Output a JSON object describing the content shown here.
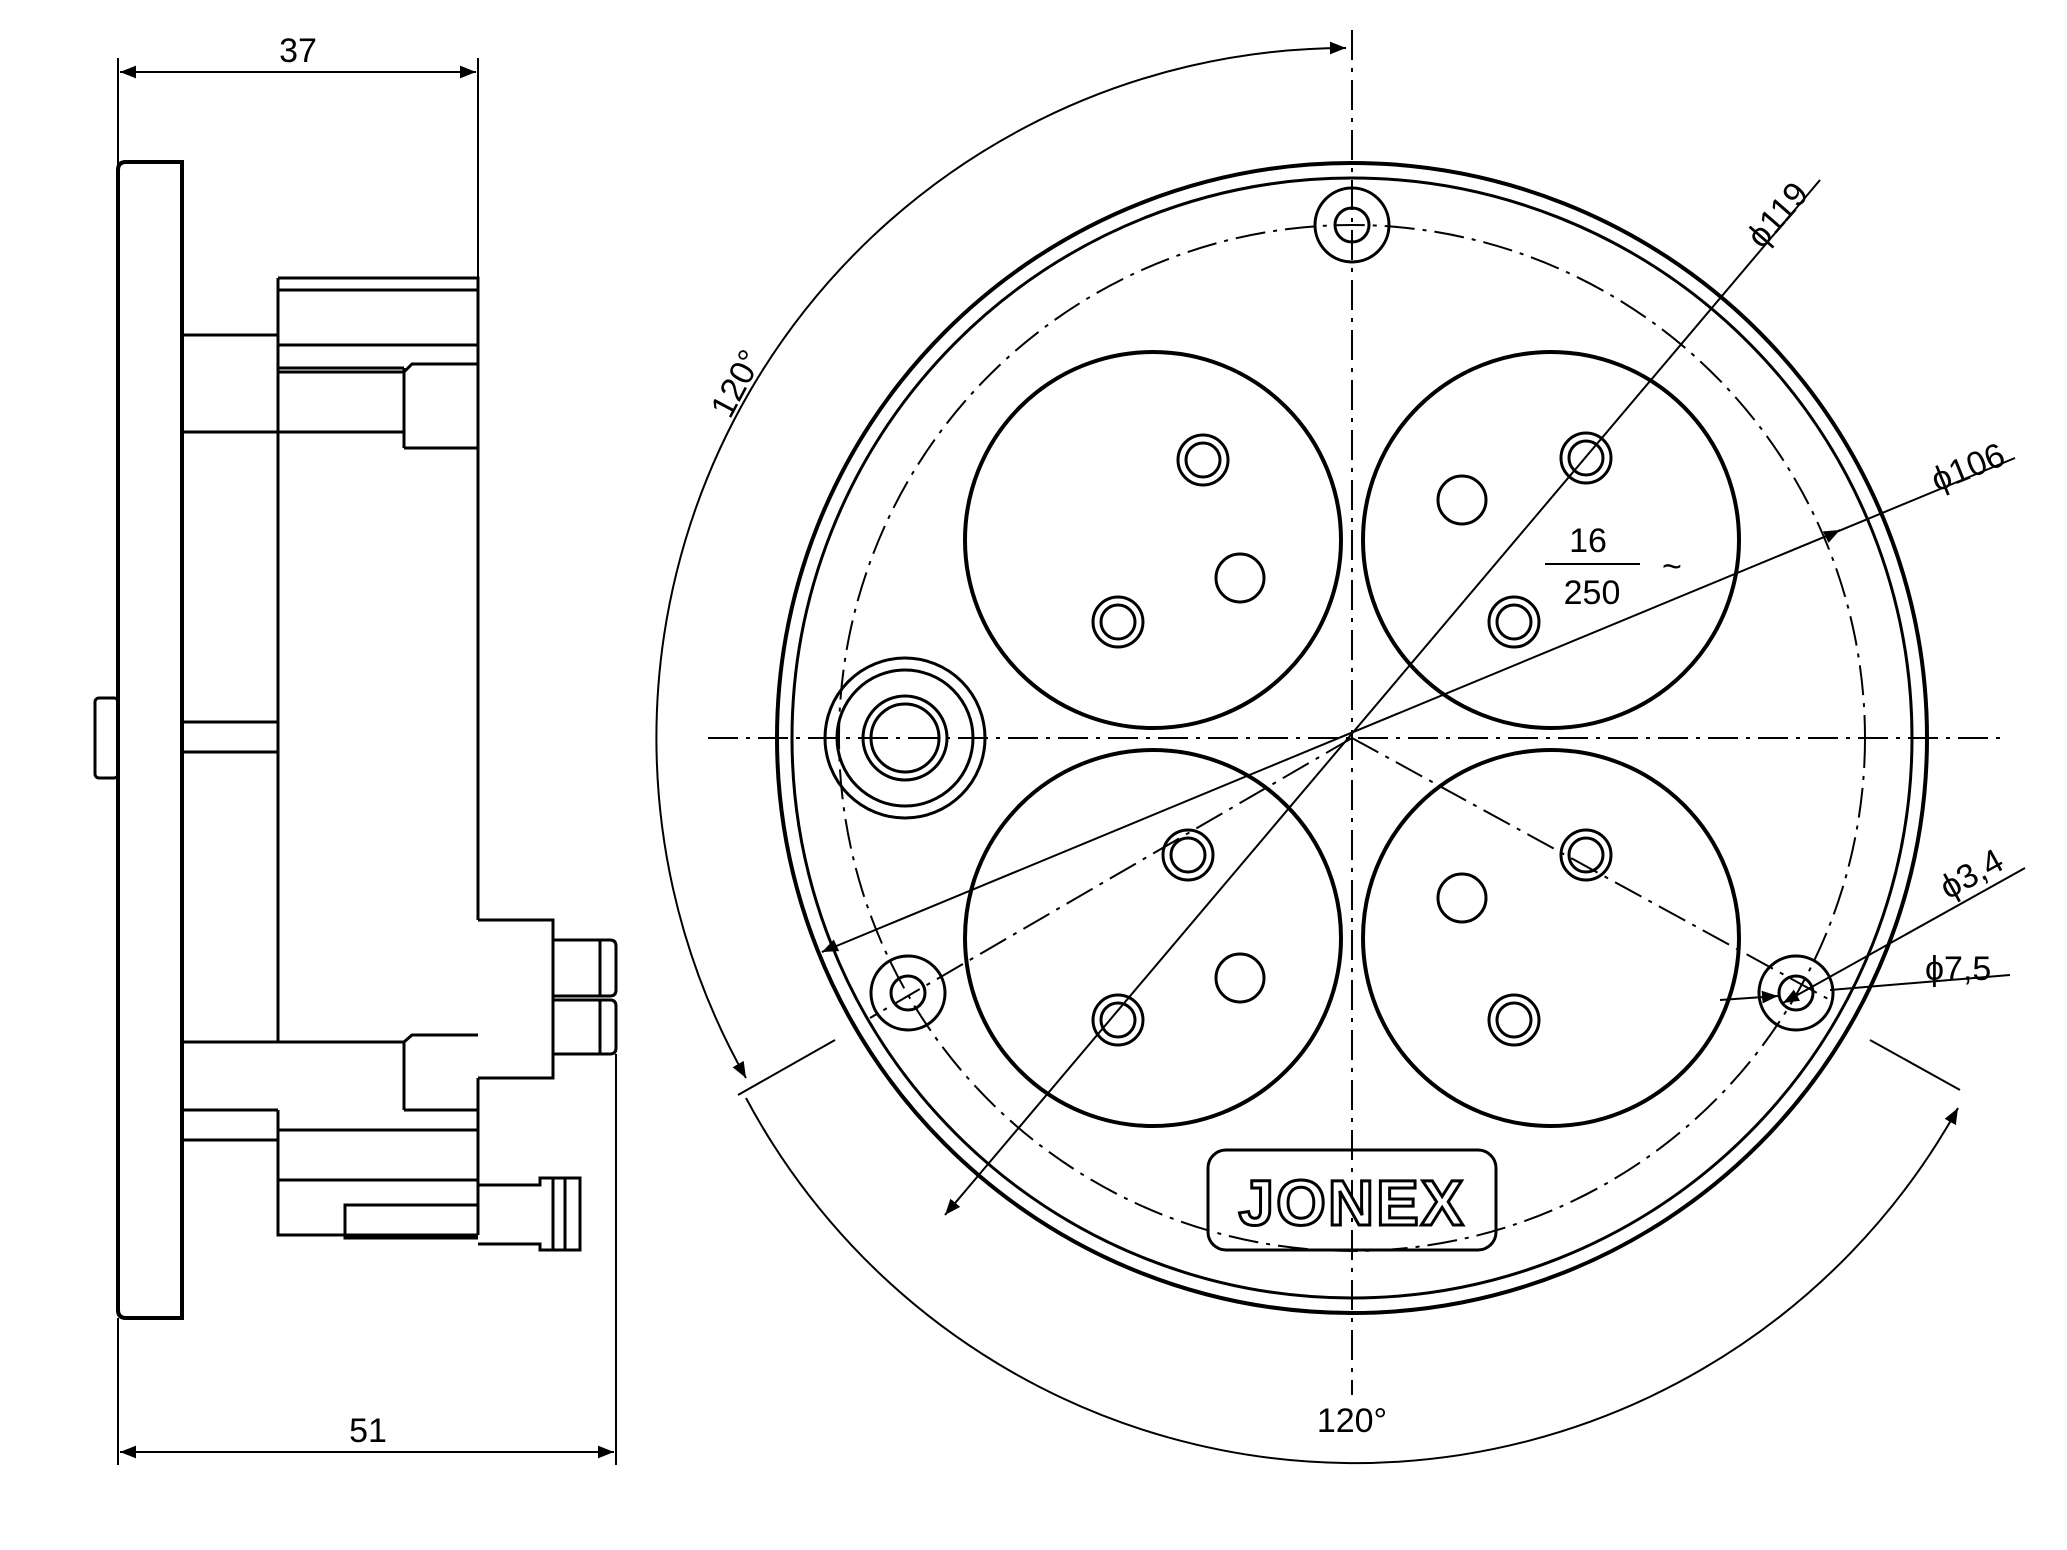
{
  "side_view": {
    "dim_top": "37",
    "dim_bottom": "51"
  },
  "front_view": {
    "dim_outer_diameter": "ϕ119",
    "dim_bolt_circle": "ϕ106",
    "dim_hole_small": "ϕ3,4",
    "dim_hole_large": "ϕ7,5",
    "angle_left": "120°",
    "angle_bottom": "120°",
    "rating_top": "16",
    "rating_bottom": "250",
    "rating_suffix": "~",
    "brand_logo": "JONEX"
  }
}
